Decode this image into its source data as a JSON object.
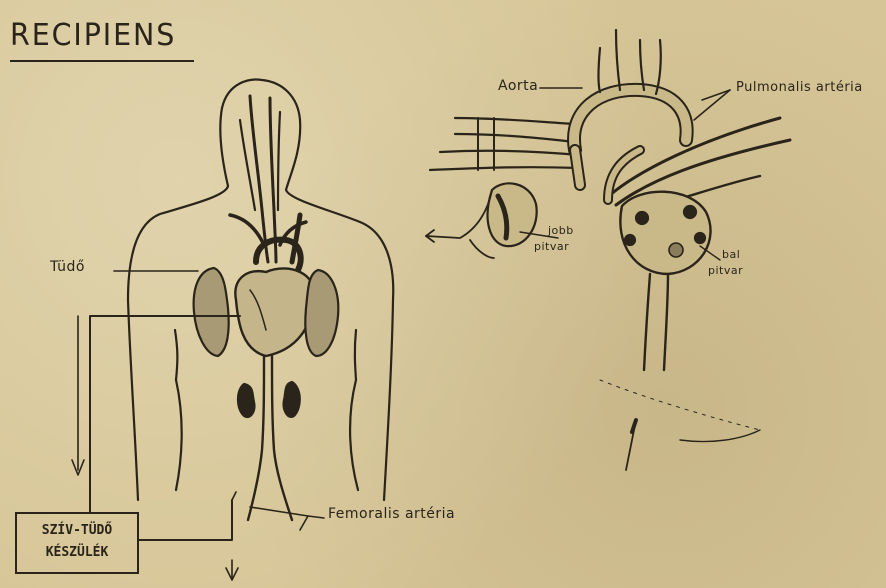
{
  "title": "RECIPIENS",
  "labels": {
    "lung": "Tüdő",
    "aorta": "Aorta",
    "pulmonary_artery": "Pulmonalis artéria",
    "right_atrium_line1": "jobb",
    "right_atrium_line2": "pitvar",
    "left_atrium_line1": "bal",
    "left_atrium_line2": "pitvar",
    "femoral_artery": "Femoralis artéria"
  },
  "device": {
    "line1": "SZÍV-TÜDŐ",
    "line2": "KÉSZÜLÉK"
  },
  "colors": {
    "paper": "#d6c596",
    "ink": "#2a241a"
  }
}
